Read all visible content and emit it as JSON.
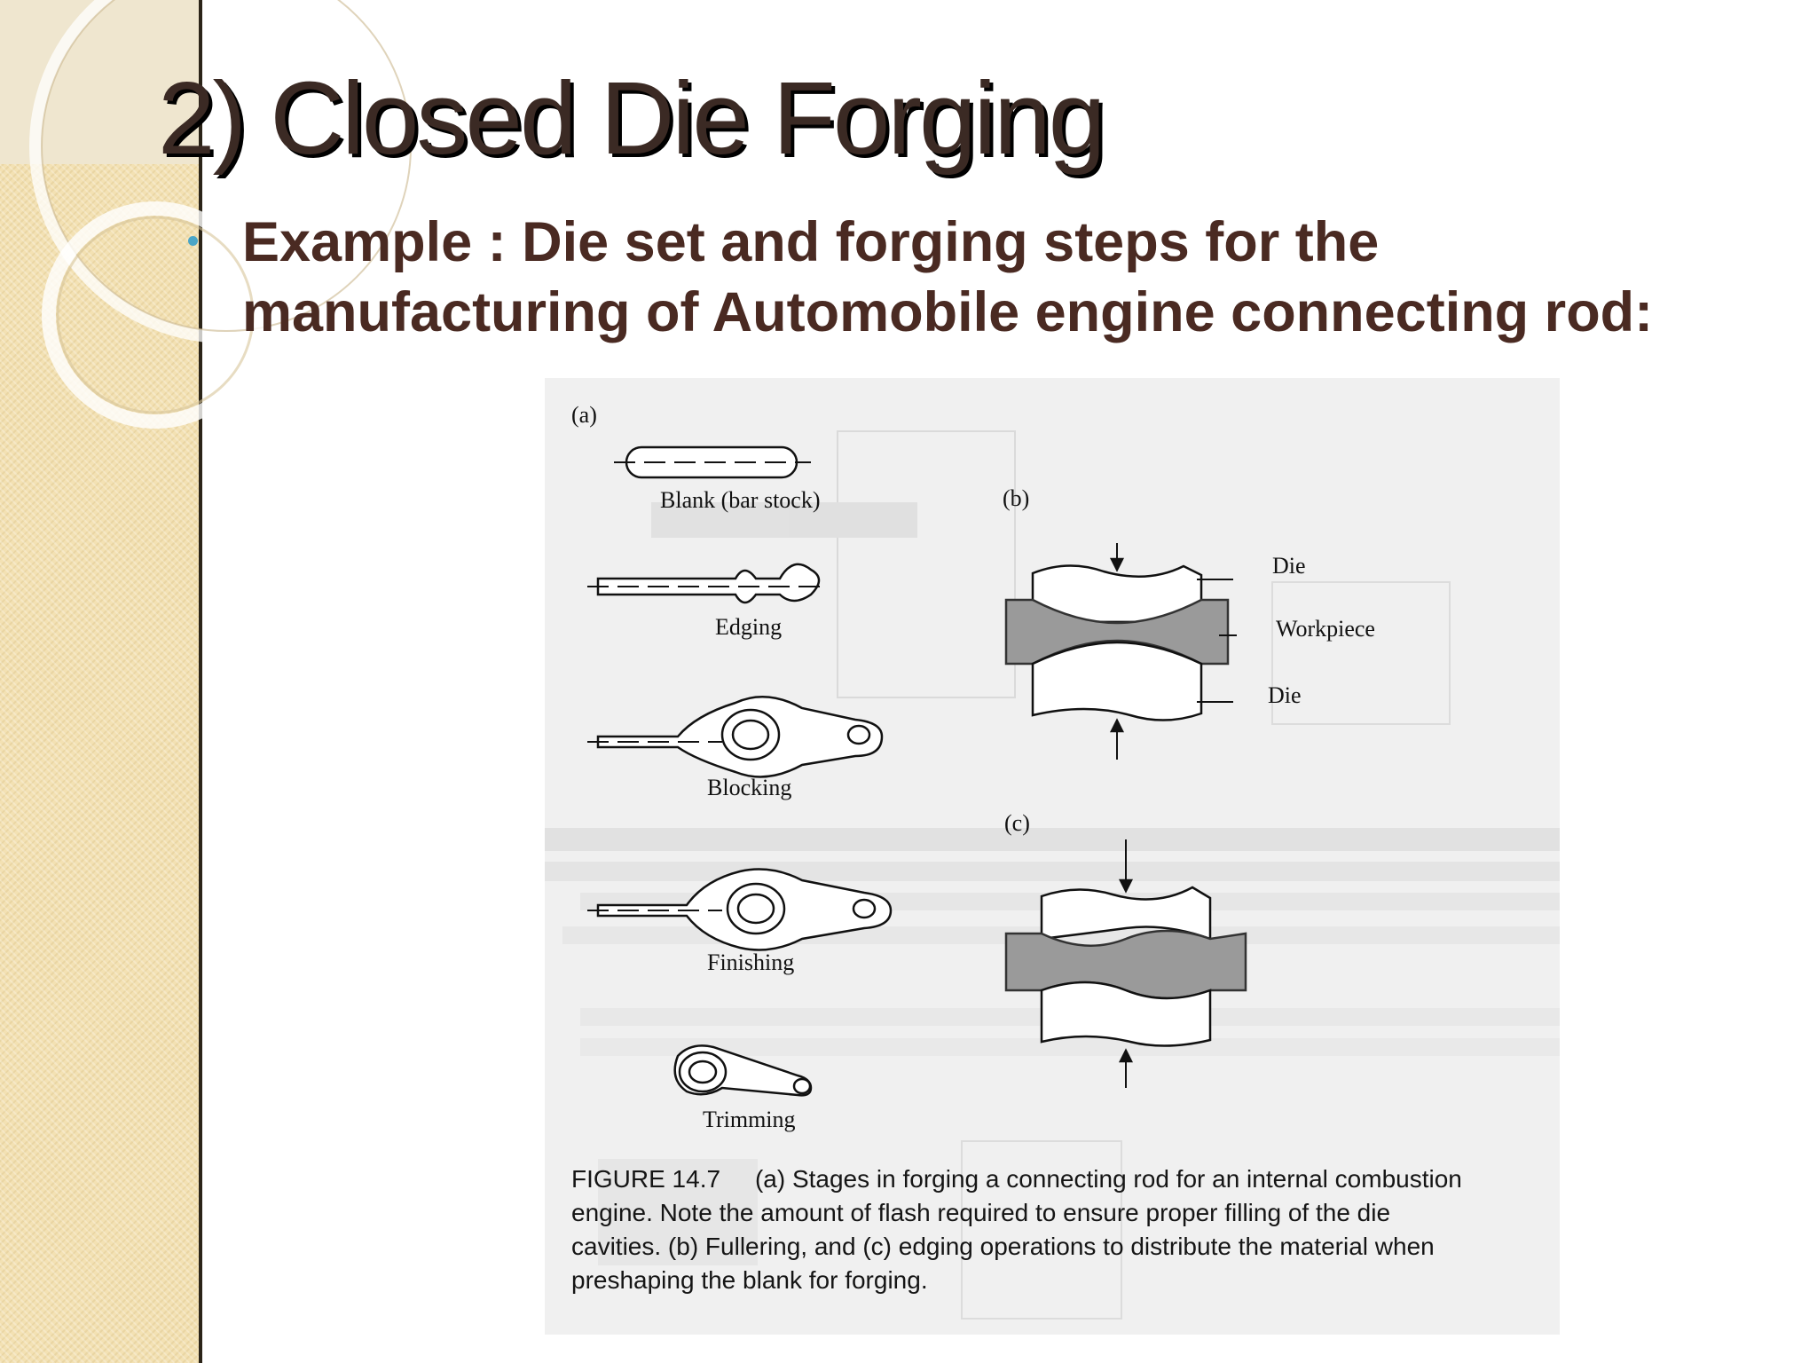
{
  "slide": {
    "title": "2) Closed Die Forging",
    "bullet": "Example : Die set and forging steps for the manufacturing of Automobile engine connecting rod:"
  },
  "figure": {
    "panel_a": "(a)",
    "panel_b": "(b)",
    "panel_c": "(c)",
    "stages": {
      "blank": "Blank (bar stock)",
      "edging": "Edging",
      "blocking": "Blocking",
      "finishing": "Finishing",
      "trimming": "Trimming"
    },
    "die_labels": {
      "die_top": "Die",
      "workpiece": "Workpiece",
      "die_bottom": "Die"
    },
    "caption": {
      "line1": "FIGURE 14.7     (a) Stages in forging a connecting rod for an internal combustion",
      "line2": "engine. Note the amount of flash required to ensure proper filling of the die",
      "line3": "cavities. (b) Fullering, and (c) edging operations to distribute the material when",
      "line4": "preshaping the blank for forging."
    }
  },
  "colors": {
    "title": "#3b2a24",
    "bullet_text": "#4a2a22",
    "bullet_dot": "#4aa5c7",
    "sidebar": "#f3e1b3"
  }
}
